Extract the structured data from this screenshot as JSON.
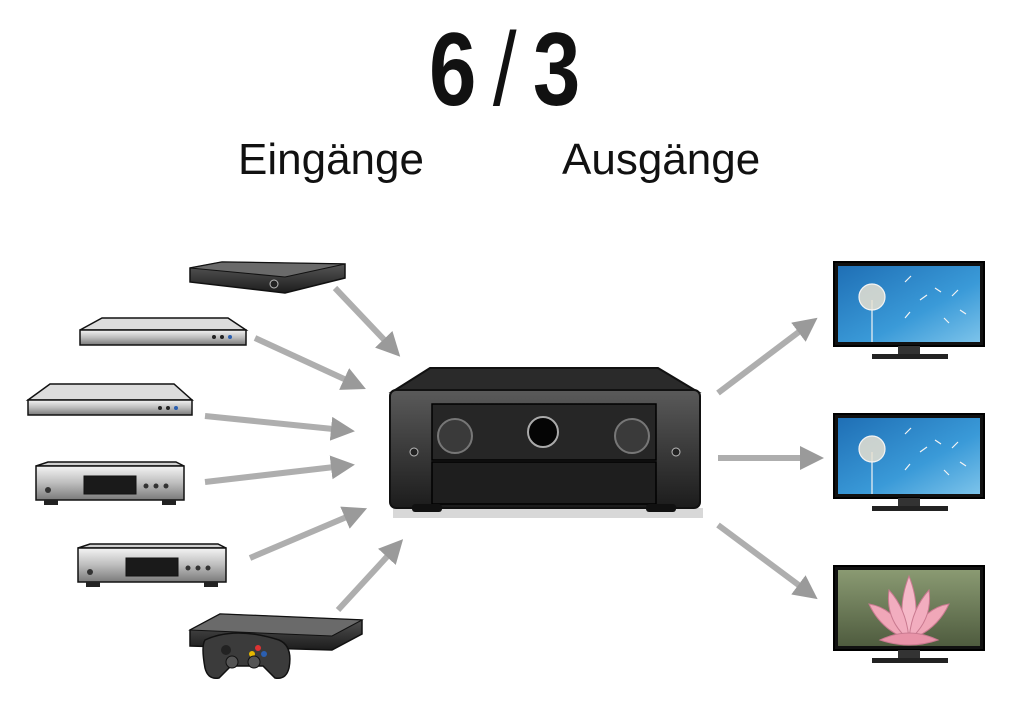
{
  "headline": {
    "inputs_count": "6",
    "separator": "/",
    "outputs_count": "3"
  },
  "labels": {
    "inputs": "Eingänge",
    "outputs": "Ausgänge"
  },
  "devices": {
    "inputs": [
      "streaming-box",
      "blu-ray-player",
      "dvd-player",
      "cd-player",
      "media-player",
      "game-console"
    ],
    "outputs": [
      "monitor-dandelion",
      "monitor-dandelion",
      "monitor-lotus"
    ],
    "hub": "av-receiver"
  },
  "colors": {
    "arrow": "#9a9a9a",
    "device_body": "#3a3a3a",
    "screen_sky": "#2e8fd0",
    "lotus": "#f0a7b8"
  }
}
